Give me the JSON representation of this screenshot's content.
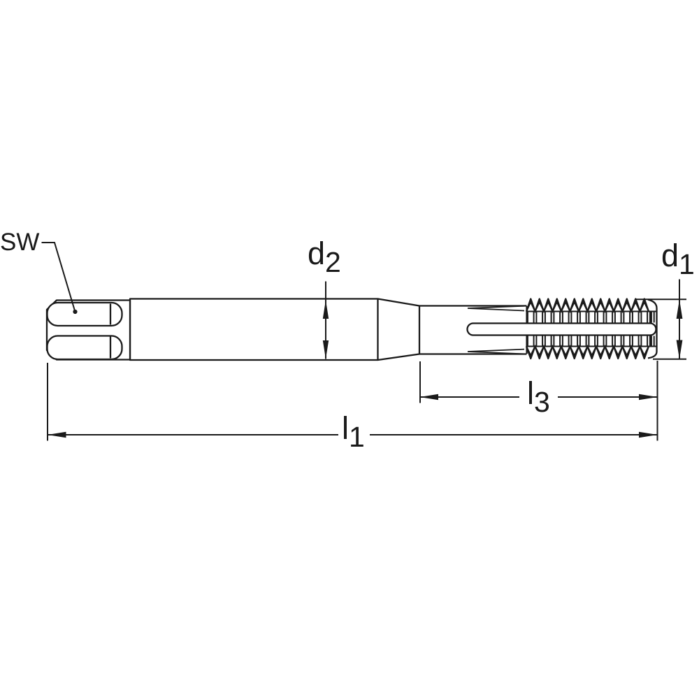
{
  "diagram": {
    "type": "technical-drawing",
    "labels": {
      "sw": "SW",
      "d2": {
        "base": "d",
        "sub": "2"
      },
      "d1": {
        "base": "d",
        "sub": "1"
      },
      "l3": {
        "base": "l",
        "sub": "3"
      },
      "l1": {
        "base": "l",
        "sub": "1"
      }
    },
    "colors": {
      "line": "#1a1a1a",
      "background": "#ffffff"
    }
  }
}
